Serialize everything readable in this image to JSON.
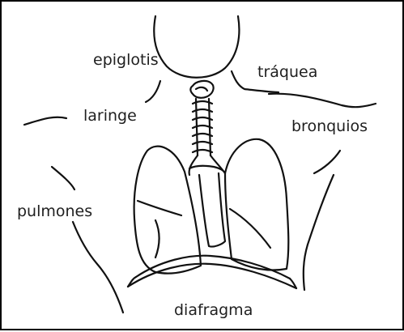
{
  "diagram": {
    "labels": {
      "epiglotis": "epiglotis",
      "traquea": "tráquea",
      "laringe": "laringe",
      "bronquios": "bronquios",
      "pulmones": "pulmones",
      "diafragma": "diafragma"
    }
  }
}
